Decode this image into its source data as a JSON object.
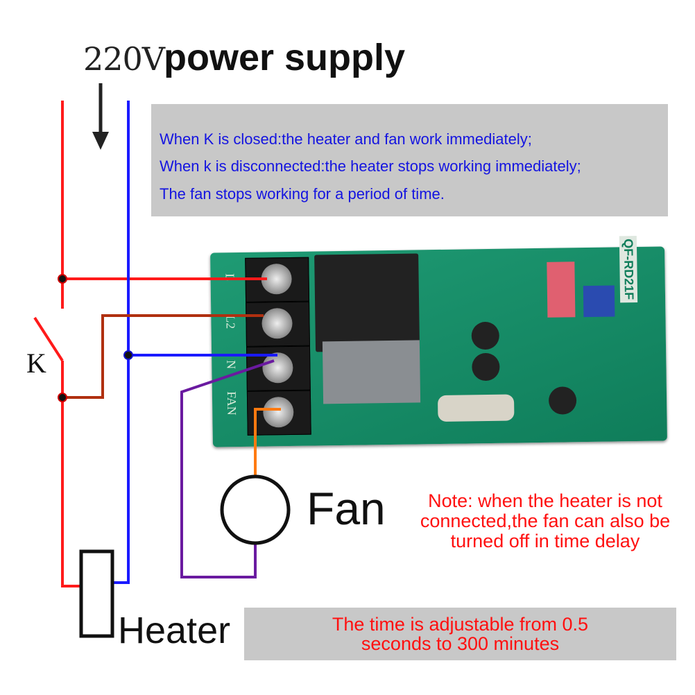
{
  "title": {
    "voltage": "220V",
    "text": "power supply"
  },
  "info_box": {
    "lines": [
      "When K is closed:the heater and fan work immediately;",
      "When k is disconnected:the heater stops working immediately;",
      "The fan stops working for a period of time."
    ]
  },
  "labels": {
    "switch": "K",
    "fan": "Fan",
    "heater": "Heater"
  },
  "note": {
    "lines": [
      "Note: when the heater is not",
      "connected,the fan can also be",
      "turned off in time delay"
    ]
  },
  "time_box": {
    "lines": [
      "The time is adjustable from 0.5",
      "seconds to 300 minutes"
    ]
  },
  "pcb": {
    "terminals": [
      "L",
      "L2",
      "N",
      "FAN"
    ],
    "model": "QF-RD21F"
  },
  "colors": {
    "live": "#ff1a1a",
    "neutral": "#1a1aff",
    "switched": "#b03010",
    "fan_return": "#6a1aa0",
    "fan_feed": "#ff7a10",
    "box": "#c8c8c8"
  }
}
